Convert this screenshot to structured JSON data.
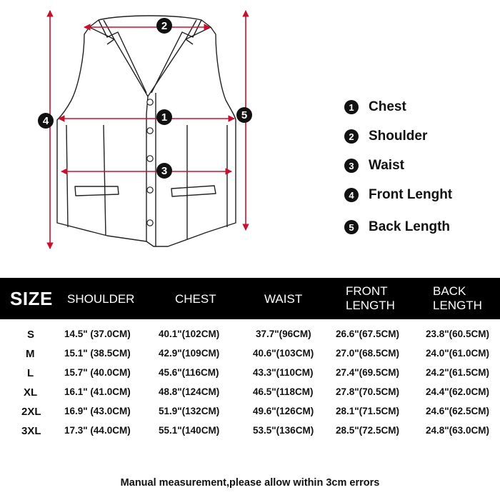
{
  "legend": {
    "items": [
      {
        "number": "1",
        "label": "Chest"
      },
      {
        "number": "2",
        "label": "Shoulder"
      },
      {
        "number": "3",
        "label": "Waist"
      },
      {
        "number": "4",
        "label": "Front Lenght"
      },
      {
        "number": "5",
        "label": "Back Length"
      }
    ]
  },
  "diagram": {
    "markers": {
      "chest": "1",
      "shoulder": "2",
      "waist": "3",
      "front_length": "4",
      "back_length": "5"
    },
    "arrow_color": "#c8102e"
  },
  "table": {
    "header": {
      "size": "SIZE",
      "shoulder": "SHOULDER",
      "chest": "CHEST",
      "waist": "WAIST",
      "front_length": [
        "FRONT",
        "LENGTH"
      ],
      "back_length": [
        "BACK",
        "LENGTH"
      ]
    },
    "rows": [
      {
        "size": "S",
        "shoulder": "14.5\" (37.0CM)",
        "chest": "40.1\"(102CM)",
        "waist": "37.7\"(96CM)",
        "front": "26.6\"(67.5CM)",
        "back": "23.8\"(60.5CM)"
      },
      {
        "size": "M",
        "shoulder": "15.1\" (38.5CM)",
        "chest": "42.9\"(109CM)",
        "waist": "40.6\"(103CM)",
        "front": "27.0\"(68.5CM)",
        "back": "24.0\"(61.0CM)"
      },
      {
        "size": "L",
        "shoulder": "15.7\" (40.0CM)",
        "chest": "45.6\"(116CM)",
        "waist": "43.3\"(110CM)",
        "front": "27.4\"(69.5CM)",
        "back": "24.2\"(61.5CM)"
      },
      {
        "size": "XL",
        "shoulder": "16.1\" (41.0CM)",
        "chest": "48.8\"(124CM)",
        "waist": "46.5\"(118CM)",
        "front": "27.8\"(70.5CM)",
        "back": "24.4\"(62.0CM)"
      },
      {
        "size": "2XL",
        "shoulder": "16.9\" (43.0CM)",
        "chest": "51.9\"(132CM)",
        "waist": "49.6\"(126CM)",
        "front": "28.1\"(71.5CM)",
        "back": "24.6\"(62.5CM)"
      },
      {
        "size": "3XL",
        "shoulder": "17.3\" (44.0CM)",
        "chest": "55.1\"(140CM)",
        "waist": "53.5\"(136CM)",
        "front": "28.5\"(72.5CM)",
        "back": "24.8\"(63.0CM)"
      }
    ]
  },
  "footer": {
    "note": "Manual measurement,please allow within 3cm errors"
  }
}
